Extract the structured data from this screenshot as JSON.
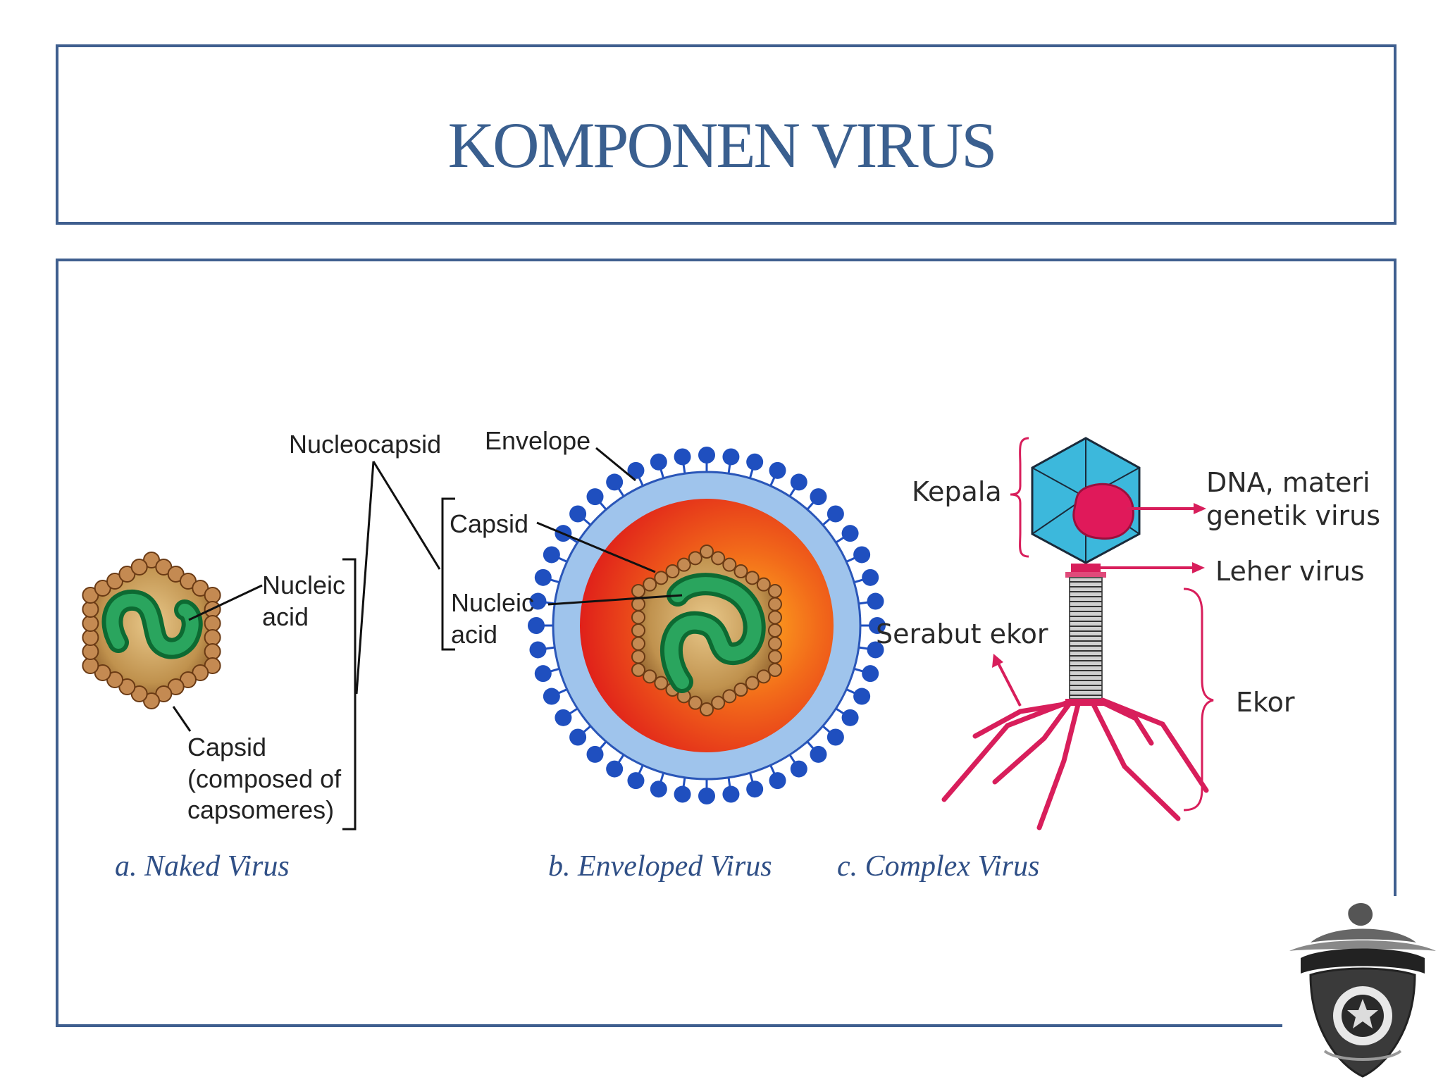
{
  "title": "KOMPONEN VIRUS",
  "naked": {
    "caption": "a.  Naked Virus",
    "nucleic_line1": "Nucleic",
    "nucleic_line2": "acid",
    "capsid_line1": "Capsid",
    "capsid_line2": "(composed of",
    "capsid_line3": "capsomeres)"
  },
  "nucleocapsid": "Nucleocapsid",
  "enveloped": {
    "caption": "b. Enveloped Virus",
    "envelope": "Envelope",
    "capsid": "Capsid",
    "nucleic_line1": "Nucleic",
    "nucleic_line2": "acid"
  },
  "complex": {
    "caption": "c. Complex Virus",
    "kepala": "Kepala",
    "dna_line1": "DNA, materi",
    "dna_line2": "genetik virus",
    "leher": "Leher virus",
    "serabut": "Serabut ekor",
    "ekor": "Ekor"
  },
  "colors": {
    "frame": "#3f5f8f",
    "title": "#3a5f8f",
    "capsid_brown": "#b8864a",
    "nucleic_green": "#1e8f4e",
    "envelope_blue": "#1f4fbf",
    "envelope_red": "#e8341c",
    "phage_head": "#3cb8dc",
    "phage_pink": "#d81e5b"
  },
  "icons": [
    "hexagon-capsid-icon",
    "virus-envelope-icon",
    "bacteriophage-icon",
    "university-logo-icon"
  ]
}
